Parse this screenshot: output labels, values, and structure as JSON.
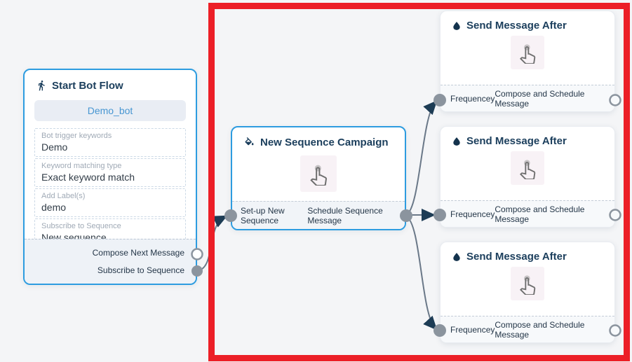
{
  "canvas": {
    "background": "#f4f5f7"
  },
  "colors": {
    "canvas_bg": "#f4f5f7",
    "accent_blue": "#2d9ce0",
    "title_navy": "#1b3e5c",
    "highlight_red": "#ec1f27",
    "edge_gray": "#6a7888",
    "arrow_navy": "#1d3c55",
    "port_gray": "#8b949e"
  },
  "nodes": {
    "start_bot_flow": {
      "title": "Start Bot Flow",
      "icon": "walking-person-icon",
      "bot_name": "Demo_bot",
      "fields": [
        {
          "label": "Bot trigger keywords",
          "value": "Demo"
        },
        {
          "label": "Keyword matching type",
          "value": "Exact keyword match"
        },
        {
          "label": "Add Label(s)",
          "value": "demo"
        },
        {
          "label": "Subscribe to Sequence",
          "value": "New sequence"
        }
      ],
      "outputs": [
        {
          "label": "Compose Next Message",
          "connector": "hollow"
        },
        {
          "label": "Subscribe to Sequence",
          "connector": "filled"
        }
      ]
    },
    "new_sequence_campaign": {
      "title": "New Sequence Campaign",
      "icon": "paint-bucket-icon",
      "body_icon": "tap-hand-icon",
      "ports": {
        "left": "Set-up New Sequence",
        "right": "Schedule Sequence Message"
      }
    },
    "send_message_after": {
      "title": "Send Message After",
      "icon": "water-drop-icon",
      "body_icon": "tap-hand-icon",
      "count": 3,
      "ports": {
        "left": "Frequencey",
        "right": "Compose and Schedule Message"
      }
    }
  }
}
